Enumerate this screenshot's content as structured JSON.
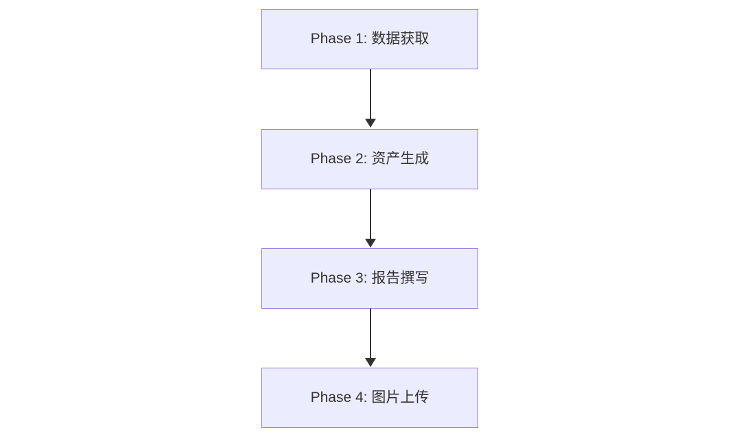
{
  "diagram": {
    "type": "flowchart-top-down",
    "nodes": [
      {
        "id": "phase1",
        "label": "Phase 1: 数据获取"
      },
      {
        "id": "phase2",
        "label": "Phase 2: 资产生成"
      },
      {
        "id": "phase3",
        "label": "Phase 3: 报告撰写"
      },
      {
        "id": "phase4",
        "label": "Phase 4: 图片上传"
      }
    ],
    "edges": [
      {
        "from": "phase1",
        "to": "phase2"
      },
      {
        "from": "phase2",
        "to": "phase3"
      },
      {
        "from": "phase3",
        "to": "phase4"
      }
    ],
    "colors": {
      "node_fill": "#ECECFF",
      "node_border": "#9370DB",
      "arrow": "#333333",
      "text": "#333333",
      "background": "#FFFFFF"
    }
  }
}
